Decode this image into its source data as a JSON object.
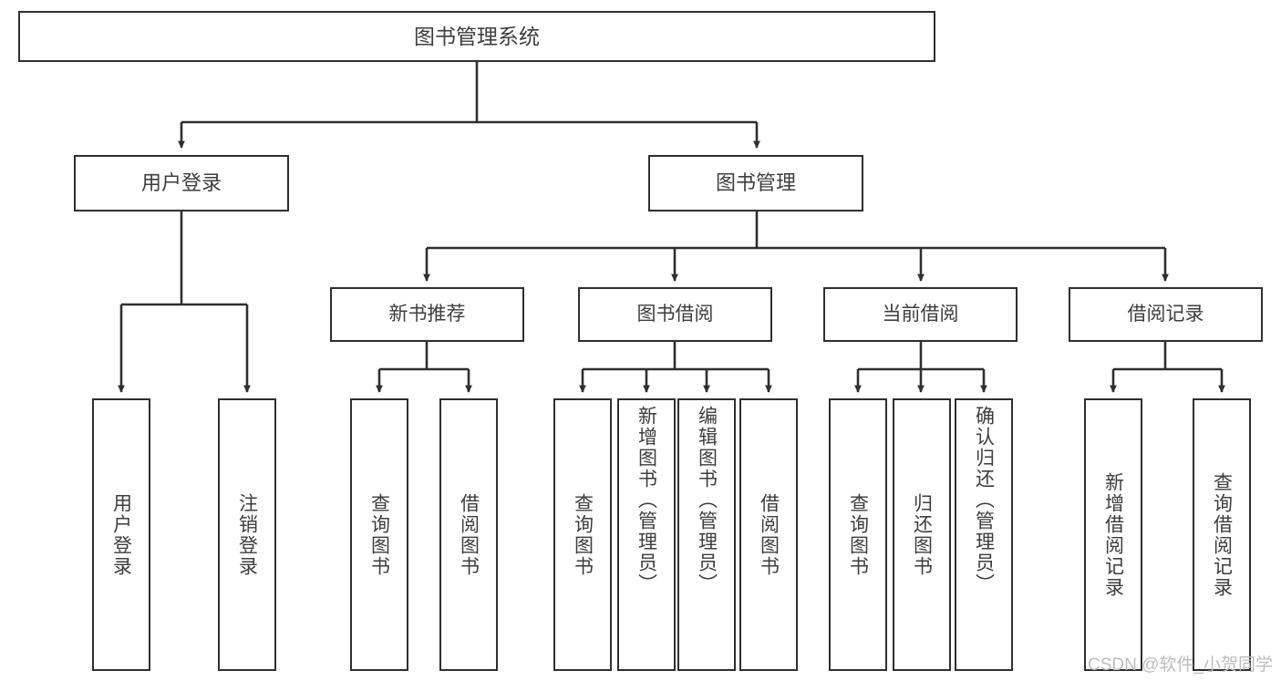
{
  "diagram": {
    "type": "tree-hierarchy-chart",
    "title": "图书管理系统",
    "background_color": "#ffffff",
    "stroke_color": "#2f2f2f",
    "text_color": "#3d3d3d",
    "root": {
      "id": "root",
      "label": "图书管理系统"
    },
    "level1": [
      {
        "id": "user-login",
        "label": "用户登录"
      },
      {
        "id": "book-management",
        "label": "图书管理"
      }
    ],
    "level2": [
      {
        "id": "new-book-recommend",
        "label": "新书推荐",
        "parent": "book-management"
      },
      {
        "id": "book-borrow",
        "label": "图书借阅",
        "parent": "book-management"
      },
      {
        "id": "current-borrow",
        "label": "当前借阅",
        "parent": "book-management"
      },
      {
        "id": "borrow-record",
        "label": "借阅记录",
        "parent": "book-management"
      }
    ],
    "leaves": {
      "user_login": [
        {
          "id": "leaf-user-login",
          "label": "用户登录"
        },
        {
          "id": "leaf-logout",
          "label": "注销登录"
        }
      ],
      "new_book_recommend": [
        {
          "id": "leaf-query-book-1",
          "label": "查询图书"
        },
        {
          "id": "leaf-borrow-book-1",
          "label": "借阅图书"
        }
      ],
      "book_borrow": [
        {
          "id": "leaf-query-book-2",
          "label": "查询图书"
        },
        {
          "id": "leaf-add-book",
          "label": "新增图书（管理员）"
        },
        {
          "id": "leaf-edit-book",
          "label": "编辑图书（管理员）"
        },
        {
          "id": "leaf-borrow-book-2",
          "label": "借阅图书"
        }
      ],
      "current_borrow": [
        {
          "id": "leaf-query-book-3",
          "label": "查询图书"
        },
        {
          "id": "leaf-return-book",
          "label": "归还图书"
        },
        {
          "id": "leaf-confirm-return",
          "label": "确认归还（管理员）"
        }
      ],
      "borrow_record": [
        {
          "id": "leaf-add-record",
          "label": "新增借阅记录"
        },
        {
          "id": "leaf-query-record",
          "label": "查询借阅记录"
        }
      ]
    }
  },
  "watermark": {
    "text": "CSDN @软件_小贺同学"
  }
}
